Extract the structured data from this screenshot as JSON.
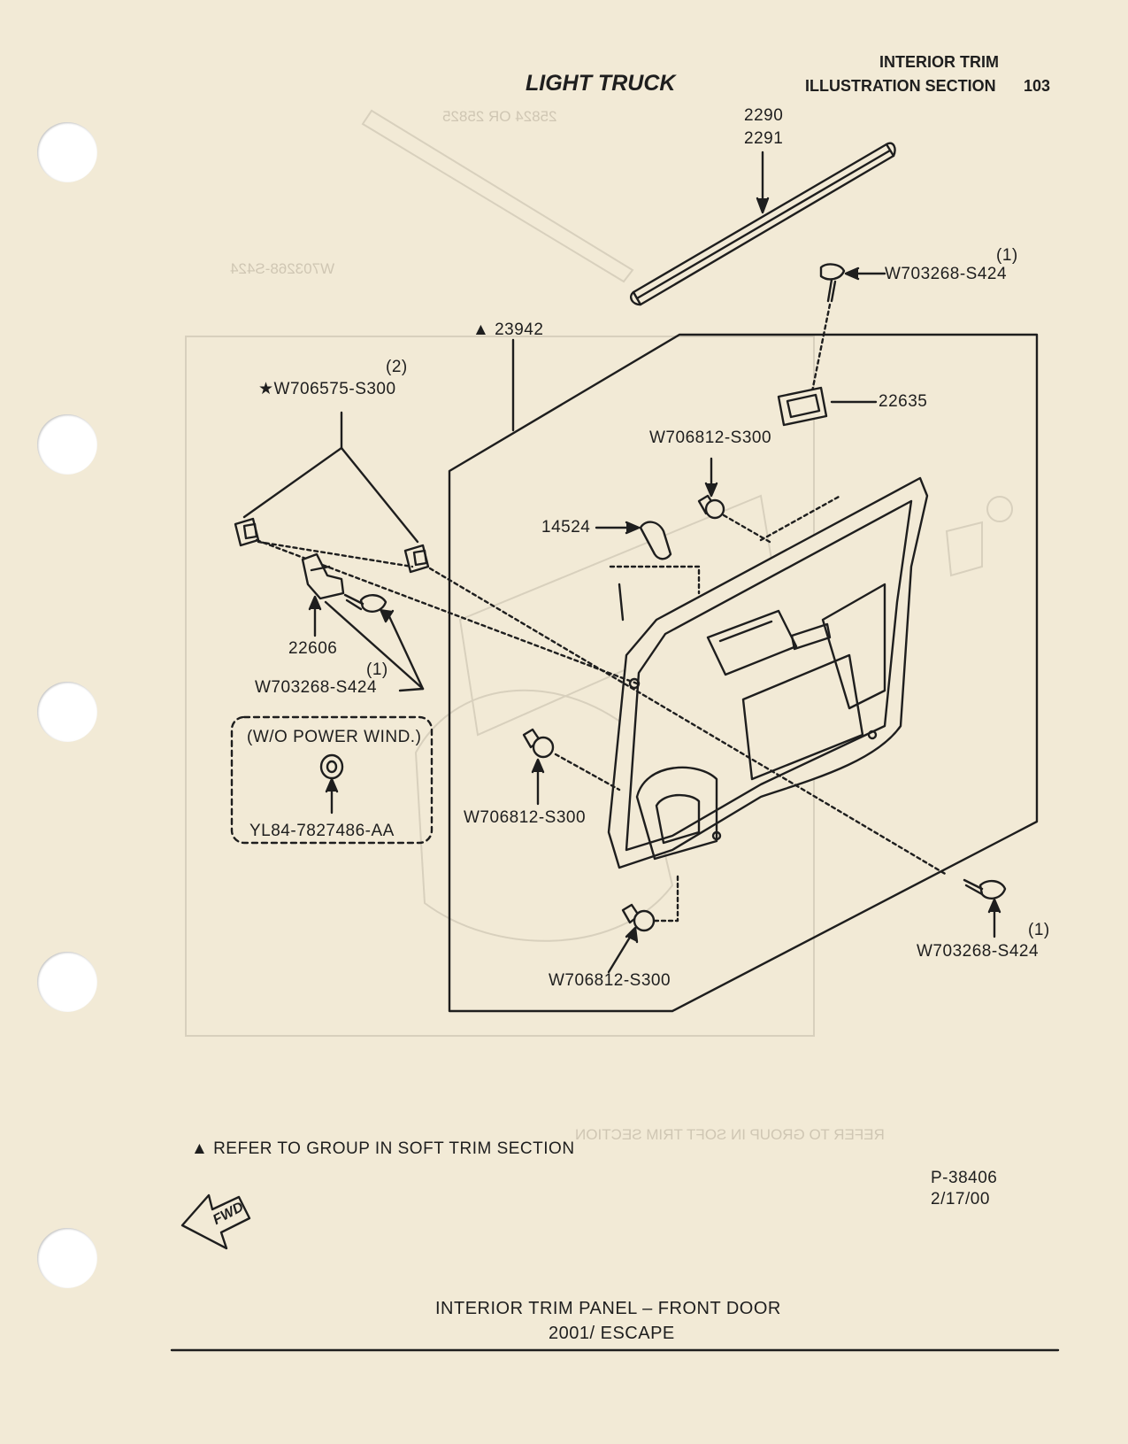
{
  "header": {
    "section_title": "INTERIOR TRIM",
    "section_subtitle": "ILLUSTRATION SECTION",
    "page_number": "103",
    "category": "LIGHT TRUCK"
  },
  "callouts": {
    "weatherstrip_1": "2290",
    "weatherstrip_2": "2291",
    "screw_top_qty": "(1)",
    "screw_top": "W703268-S424",
    "panel": "▲ 23942",
    "bracket_qty": "(2)",
    "bracket_clip": "★W706575-S300",
    "switch_bezel": "22635",
    "pin_top": "W706812-S300",
    "handle_bracket": "14524",
    "retainer": "22606",
    "screw_left_qty": "(1)",
    "screw_left": "W703268-S424",
    "pin_mid": "W706812-S300",
    "pin_bottom": "W706812-S300",
    "screw_right_qty": "(1)",
    "screw_right": "W703268-S424"
  },
  "inset": {
    "title": "(W/O POWER WIND.)",
    "part": "YL84-7827486-AA"
  },
  "notes": {
    "footnote": "▲ REFER TO GROUP IN SOFT TRIM SECTION",
    "drawing_number": "P-38406",
    "date": "2/17/00"
  },
  "fwd_label": "FWD",
  "footer": {
    "title": "INTERIOR TRIM PANEL – FRONT DOOR",
    "model": "2001/ ESCAPE"
  },
  "colors": {
    "paper": "#f2ead6",
    "ink": "#1e1e1e",
    "bleed": "#cfc6b3"
  }
}
